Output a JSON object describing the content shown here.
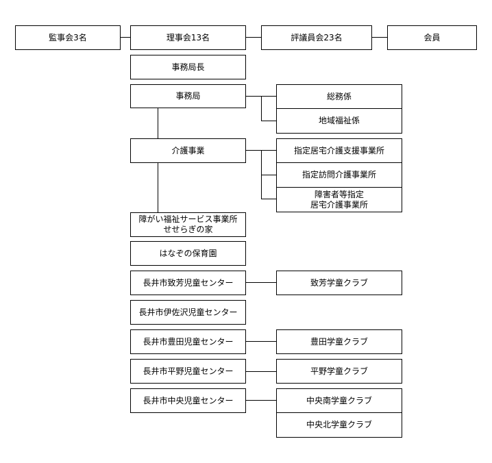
{
  "org_chart": {
    "top_row": {
      "auditors": "監事会3名",
      "board": "理事会13名",
      "council": "評議員会23名",
      "members": "会員"
    },
    "secretary_general": "事務局長",
    "secretariat": {
      "label": "事務局",
      "sections": [
        "総務係",
        "地域福祉係"
      ]
    },
    "care_business": {
      "label": "介護事業",
      "offices": [
        [
          "指定居宅介護支援事業所"
        ],
        [
          "指定訪問介護事業所"
        ],
        [
          "障害者等指定",
          "居宅介護事業所"
        ]
      ]
    },
    "disability_service": [
      "障がい福祉サービス事業所",
      "せせらぎの家"
    ],
    "nursery": "はなぞの保育園",
    "centers": [
      {
        "name": "長井市致芳児童センター",
        "clubs": [
          "致芳学童クラブ"
        ]
      },
      {
        "name": "長井市伊佐沢児童センター",
        "clubs": []
      },
      {
        "name": "長井市豊田児童センター",
        "clubs": [
          "豊田学童クラブ"
        ]
      },
      {
        "name": "長井市平野児童センター",
        "clubs": [
          "平野学童クラブ"
        ]
      },
      {
        "name": "長井市中央児童センター",
        "clubs": [
          "中央南学童クラブ",
          "中央北学童クラブ"
        ]
      }
    ]
  }
}
